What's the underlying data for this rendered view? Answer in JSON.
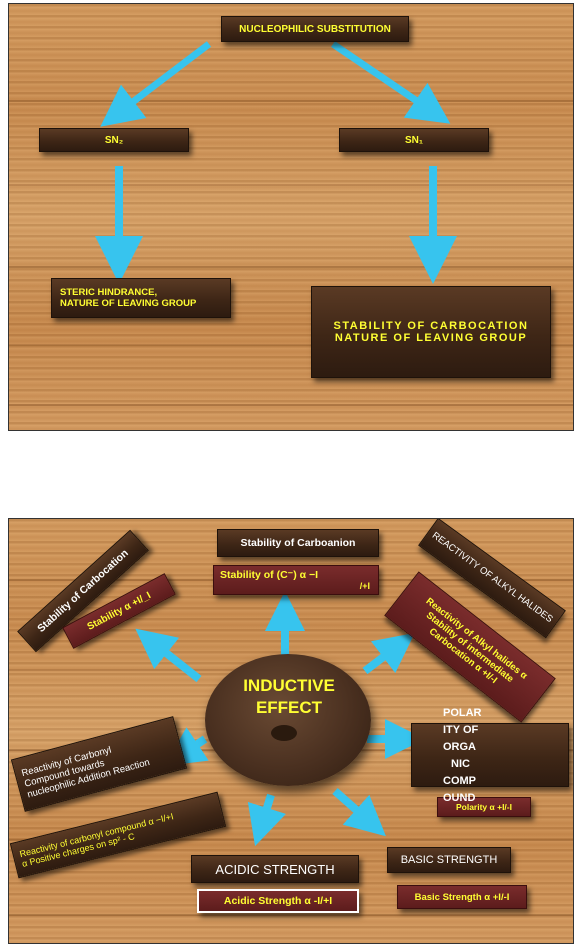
{
  "top": {
    "root": "NUCLEOPHILIC SUBSTITUTION",
    "left_label": "SN₂",
    "right_label": "SN₁",
    "left_factor_line1": "STERIC HINDRANCE,",
    "left_factor_line2": "NATURE OF LEAVING GROUP",
    "right_factor_line1": "STABILITY OF CARBOCATION",
    "right_factor_line2": "NATURE OF LEAVING GROUP"
  },
  "bottom": {
    "center_line1": "INDUCTIVE",
    "center_line2": "EFFECT",
    "carboanion_title": "Stability of Carboanion",
    "carboanion_rel_a": "Stability of (C⁻) α −I",
    "carboanion_rel_b": "/+I",
    "carbocation_title": "Stability of Carbocation",
    "carbocation_rel": "Stability α +I/_I",
    "alkyl_title": "REACTIVITY OF ALKYL HALIDES",
    "alkyl_rel_line1": "Reactivity of Alkyl halides α",
    "alkyl_rel_line2": "Stability of intermediate",
    "alkyl_rel_line3": "Carbocation α +I/-I",
    "polarity_title_lines": [
      "POLAR",
      "ITY OF",
      "ORGA",
      "NIC",
      "COMP",
      "OUND"
    ],
    "polarity_rel": "Polarity α +I/-I",
    "carbonyl_title_line1": "Reactivity of Carbonyl",
    "carbonyl_title_line2": "Compound towards",
    "carbonyl_title_line3": "nucleophilic Addition Reaction",
    "carbonyl_rel_line1": "Reactivity of carbonyl compound α −I/+I",
    "carbonyl_rel_line2": "α Positive charges on sp² - C",
    "acidic_title": "ACIDIC STRENGTH",
    "acidic_rel": "Acidic Strength α -I/+I",
    "basic_title": "BASIC STRENGTH",
    "basic_rel": "Basic Strength α +I/-I"
  },
  "colors": {
    "arrow": "#37c4ee",
    "label_text": "#ffff33",
    "plank": "#3e2616",
    "red_plank": "#5c1c1c"
  }
}
